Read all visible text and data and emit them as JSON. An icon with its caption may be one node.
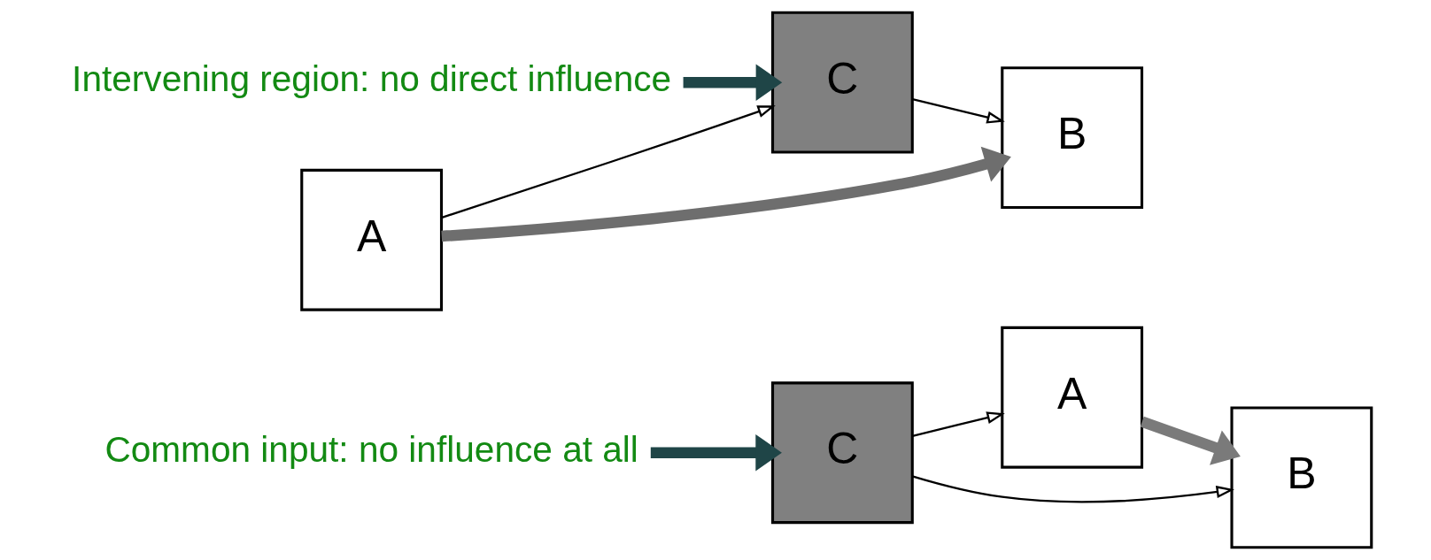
{
  "diagram": {
    "nodes": [
      {
        "text": [
          "A"
        ]
      },
      {
        "text": [
          "B"
        ]
      },
      {
        "text": [
          "C"
        ]
      },
      {
        "text": [
          "A"
        ]
      },
      {
        "text": [
          "C"
        ]
      },
      {
        "text": [
          "B"
        ]
      },
      {
        "text": [
          "Intervening region: no direct influence"
        ]
      },
      {
        "text": [
          "Common input: no influence at all"
        ]
      }
    ],
    "edges": [
      {
        "from": 0,
        "to": 1,
        "arrow": "to",
        "style": "thick",
        "color": "#7a7a7a"
      },
      {
        "from": 2,
        "to": 0,
        "arrow": "to"
      },
      {
        "from": 2,
        "to": 1,
        "arrow": "to"
      },
      {
        "from": 3,
        "to": 5,
        "arrow": "to",
        "style": "thick",
        "color": "#6e6e6e"
      },
      {
        "from": 3,
        "to": 4,
        "arrow": "to"
      },
      {
        "from": 4,
        "to": 5,
        "arrow": "to"
      },
      {
        "from": 6,
        "to": 4,
        "arrow": "to",
        "style": "thick",
        "color": "#1f4547"
      },
      {
        "from": 7,
        "to": 2,
        "arrow": "to",
        "style": "thick",
        "color": "#1f4547"
      }
    ]
  }
}
